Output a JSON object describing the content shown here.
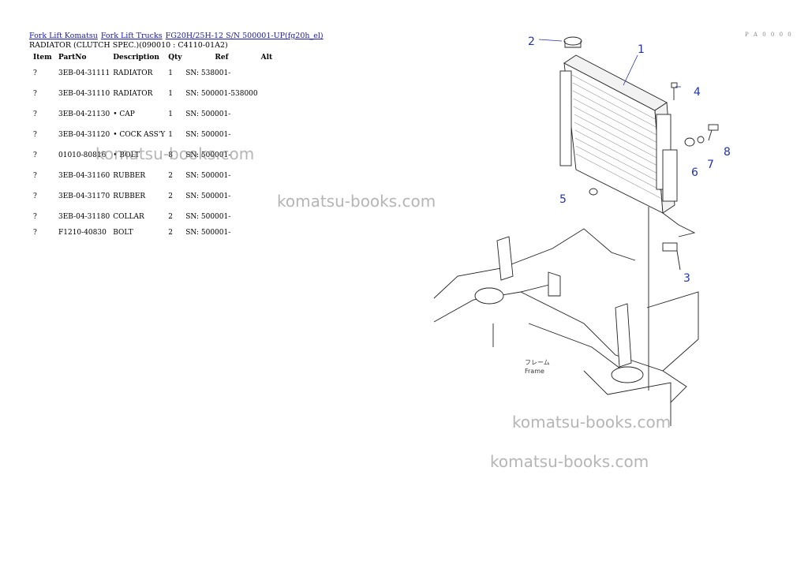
{
  "breadcrumb": {
    "link1": "Fork Lift Komatsu",
    "link2": "Fork Lift Trucks",
    "link3": "FG20H/25H-12 S/N 500001-UP(fg20h_el)"
  },
  "subtitle": "RADIATOR (CLUTCH SPEC.)(090010 : C4110-01A2)",
  "page_number": "P A 0 0 0 0",
  "table": {
    "headers": {
      "item": "Item",
      "partno": "PartNo",
      "description": "Description",
      "qty": "Qty",
      "ref": "Ref",
      "alt": "Alt"
    },
    "rows": [
      {
        "item": "?",
        "partno": "3EB-04-31111",
        "description": "RADIATOR",
        "qty": "1",
        "ref": "SN: 538001-",
        "alt": ""
      },
      {
        "item": "?",
        "partno": "3EB-04-31110",
        "description": "RADIATOR",
        "qty": "1",
        "ref": "SN: 500001-538000",
        "alt": ""
      },
      {
        "item": "?",
        "partno": "3EB-04-21130",
        "description": "• CAP",
        "qty": "1",
        "ref": "SN: 500001-",
        "alt": ""
      },
      {
        "item": "?",
        "partno": "3EB-04-31120",
        "description": "• COCK ASS'Y",
        "qty": "1",
        "ref": "SN: 500001-",
        "alt": ""
      },
      {
        "item": "?",
        "partno": "01010-80816",
        "description": "• BOLT",
        "qty": "8",
        "ref": "SN: 500001-",
        "alt": ""
      },
      {
        "item": "?",
        "partno": "3EB-04-31160",
        "description": "RUBBER",
        "qty": "2",
        "ref": "SN: 500001-",
        "alt": ""
      },
      {
        "item": "?",
        "partno": "3EB-04-31170",
        "description": "RUBBER",
        "qty": "2",
        "ref": "SN: 500001-",
        "alt": ""
      },
      {
        "item": "?",
        "partno": "3EB-04-31180",
        "description": "COLLAR",
        "qty": "2",
        "ref": "SN: 500001-",
        "alt": ""
      },
      {
        "item": "?",
        "partno": "F1210-40830",
        "description": "BOLT",
        "qty": "2",
        "ref": "SN: 500001-",
        "alt": ""
      }
    ]
  },
  "watermark": "komatsu-books.com",
  "diagram": {
    "callouts": [
      "1",
      "2",
      "3",
      "4",
      "5",
      "6",
      "7",
      "8"
    ],
    "frame_label_line1": "フレーム",
    "frame_label_line2": "Frame",
    "callout_color": "#2233aa"
  }
}
